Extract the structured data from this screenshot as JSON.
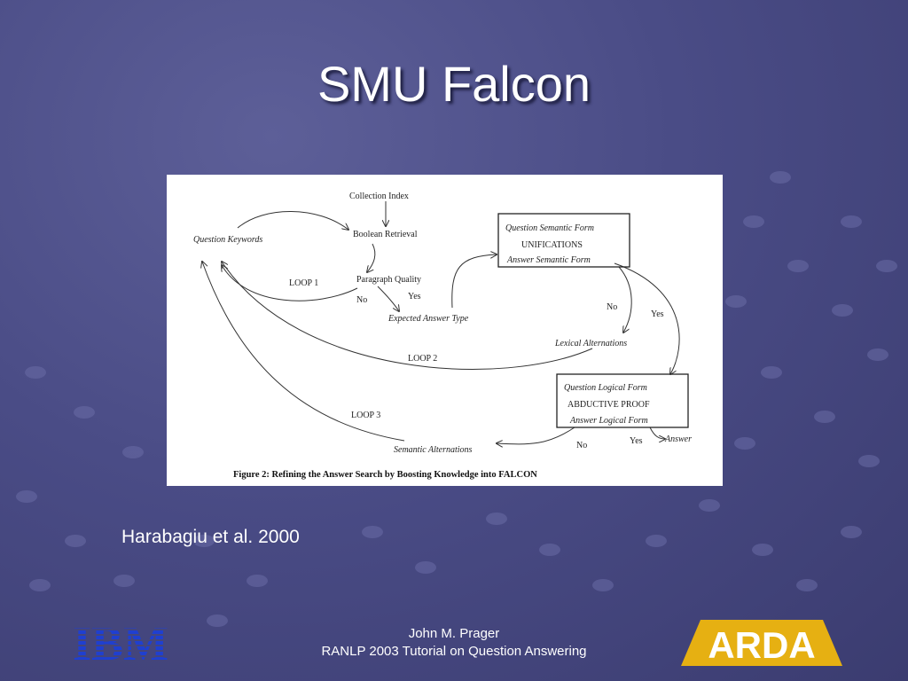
{
  "slide": {
    "title": "SMU Falcon",
    "citation": "Harabagiu et al. 2000",
    "footer": {
      "author": "John M. Prager",
      "event": "RANLP 2003 Tutorial on Question Answering"
    }
  },
  "diagram": {
    "nodes": {
      "collection_index": "Collection Index",
      "boolean_retrieval": "Boolean Retrieval",
      "question_keywords": "Question Keywords",
      "paragraph_quality": "Paragraph Quality",
      "expected_answer_type": "Expected Answer Type",
      "question_semantic_form": "Question Semantic Form",
      "unifications": "UNIFICATIONS",
      "answer_semantic_form": "Answer Semantic Form",
      "lexical_alternations": "Lexical Alternations",
      "question_logical_form": "Question Logical Form",
      "abductive_proof": "ABDUCTIVE   PROOF",
      "answer_logical_form": "Answer Logical Form",
      "semantic_alternations": "Semantic Alternations",
      "answer": "Answer"
    },
    "edge_labels": {
      "loop1": "LOOP 1",
      "loop2": "LOOP 2",
      "loop3": "LOOP 3",
      "no_pq": "No",
      "yes_pq": "Yes",
      "no_sem": "No",
      "yes_sem": "Yes",
      "no_log": "No",
      "yes_log": "Yes"
    },
    "caption": "Figure 2: Refining the Answer Search by Boosting Knowledge into FALCON"
  },
  "logos": {
    "left": "IBM",
    "right": "ARDA"
  },
  "colors": {
    "background": "#4a4c86",
    "ibm_blue": "#1f3fd0",
    "arda_gold": "#e6b012"
  }
}
